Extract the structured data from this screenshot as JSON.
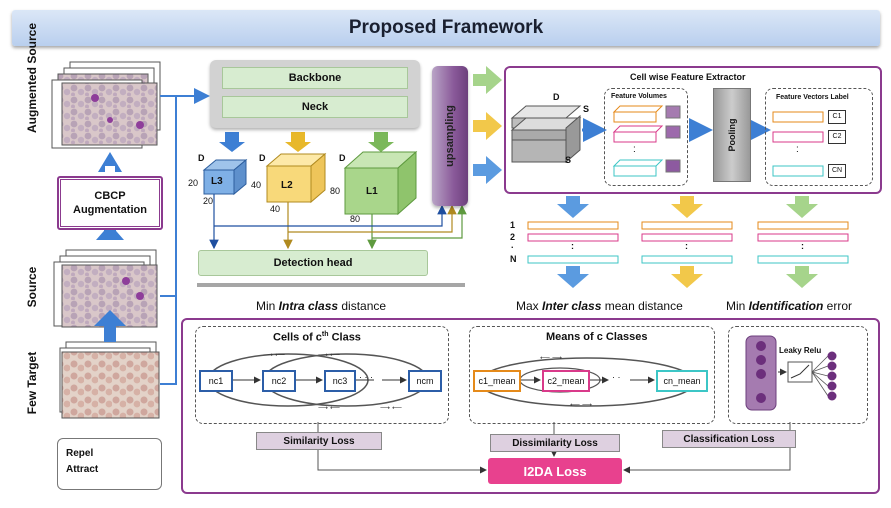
{
  "title": "Proposed Framework",
  "left": {
    "augmented_source": "Augmented Source",
    "source": "Source",
    "few_target": "Few Target",
    "cbcp_line1": "CBCP",
    "cbcp_line2": "Augmentation"
  },
  "backbone": "Backbone",
  "neck": "Neck",
  "upsampling": "upsampling",
  "detection_head": "Detection head",
  "cubes": {
    "l3": {
      "label": "L3",
      "d": "D",
      "w": "20",
      "h": "20"
    },
    "l2": {
      "label": "L2",
      "d": "D",
      "w": "40",
      "h": "40"
    },
    "l1": {
      "label": "L1",
      "d": "D",
      "w": "80",
      "h": "80"
    }
  },
  "extractor": {
    "title": "Cell wise Feature Extractor",
    "d": "D",
    "s1": "S",
    "s2": "S",
    "feature_volumes": "Feature Volumes",
    "pooling": "Pooling",
    "vectors_label": "Feature Vectors Label",
    "labels": [
      "C1",
      "C2",
      "CN"
    ],
    "dots": ":"
  },
  "rows": {
    "r1": "1",
    "r2": "2",
    "dot": ".",
    "rn": "N",
    "colon": ":"
  },
  "objectives": {
    "intra_pre": "Min ",
    "intra_em": "Intra class",
    "intra_post": " distance",
    "inter_pre": "Max ",
    "inter_em": "Inter class",
    "inter_post": " mean distance",
    "ident_pre": "Min ",
    "ident_em": "Identification",
    "ident_post": " error"
  },
  "cells_panel": {
    "title_pre": "Cells of c",
    "title_sup": "th",
    "title_post": " Class",
    "cells": [
      "nc1",
      "nc2",
      "nc3",
      "ncm"
    ],
    "dots": "· · ·"
  },
  "means_panel": {
    "title": "Means of c Classes",
    "means": [
      "c1_mean",
      "c2_mean",
      "cn_mean"
    ],
    "dots": "· ·"
  },
  "classifier": {
    "leaky": "Leaky Relu"
  },
  "losses": {
    "similarity": "Similarity Loss",
    "dissimilarity": "Dissimilarity Loss",
    "classification": "Classification Loss",
    "main": "I2DA  Loss"
  },
  "legend": {
    "repel": "Repel",
    "attract": "Attract"
  },
  "colors": {
    "blue": "#3d7fd4",
    "gold": "#e8b82a",
    "green": "#7bb85a",
    "purple": "#8b3a8e",
    "orange": "#e58a1a",
    "pink": "#d93a8a",
    "cyan": "#3cc6c6"
  }
}
